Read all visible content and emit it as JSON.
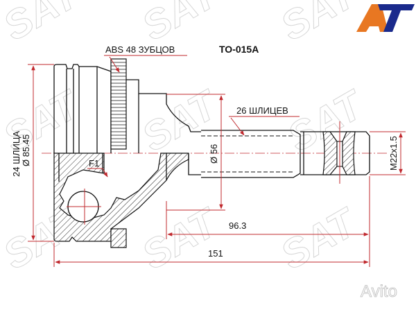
{
  "part_number": "TO-015A",
  "labels": {
    "abs": "ABS 48 ЗУБЦОВ",
    "outer_splines": "24 ШЛИЦА",
    "outer_diameter": "Ø 85.45",
    "shaft_splines": "26 ШЛИЦЕВ",
    "shaft_diameter": "Ø 56",
    "thread": "M22x1.5",
    "length_shaft": "96.3",
    "length_total": "151",
    "feature": "F1"
  },
  "logo": {
    "text": "AT",
    "colors": {
      "a": "#e87722",
      "t": "#1a2a8c"
    }
  },
  "watermark": {
    "text": "SAT",
    "marketplace": "Avito"
  },
  "colors": {
    "dimension": "#c0282d",
    "outline": "#111111"
  }
}
